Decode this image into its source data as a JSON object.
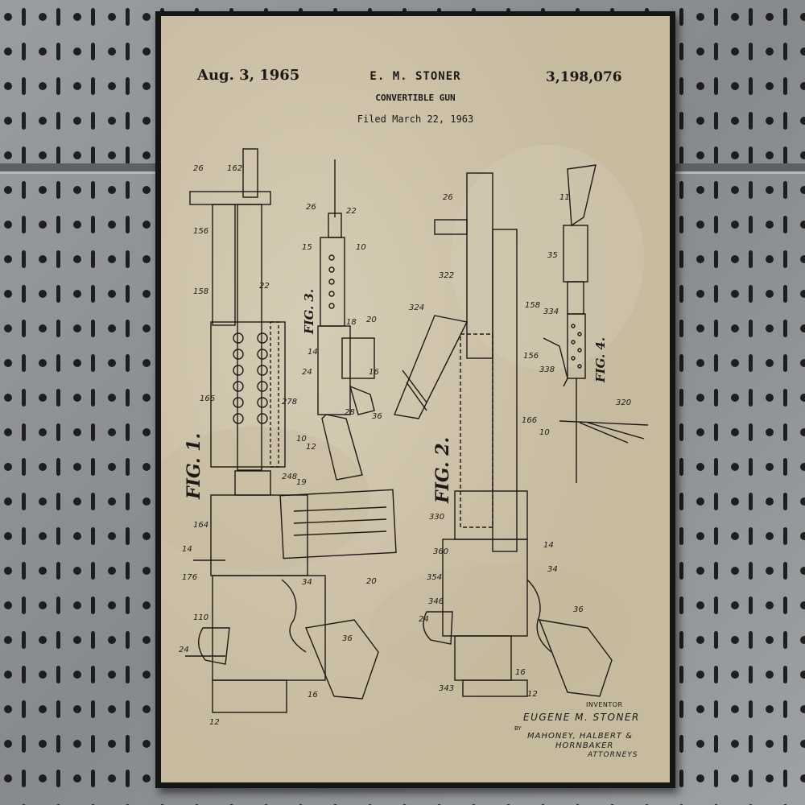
{
  "patent": {
    "date": "Aug. 3, 1965",
    "inventor_header": "E. M. STONER",
    "patent_number": "3,198,076",
    "title": "CONVERTIBLE GUN",
    "filed": "Filed March 22, 1963"
  },
  "figures": {
    "fig1": "FIG. 1.",
    "fig2": "FIG. 2.",
    "fig3": "FIG. 3.",
    "fig4": "FIG. 4."
  },
  "signature": {
    "inventor_label": "INVENTOR",
    "inventor_name": "EUGENE M. STONER",
    "by": "BY",
    "attorneys_line1": "MAHONEY, HALBERT &",
    "attorneys_line2": "HORNBAKER",
    "attorneys_line3": "ATTORNEYS"
  },
  "colors": {
    "pegboard": "#8a8d90",
    "frame": "#151515",
    "paper": "#cdc2ab",
    "ink": "#1d1a16"
  }
}
